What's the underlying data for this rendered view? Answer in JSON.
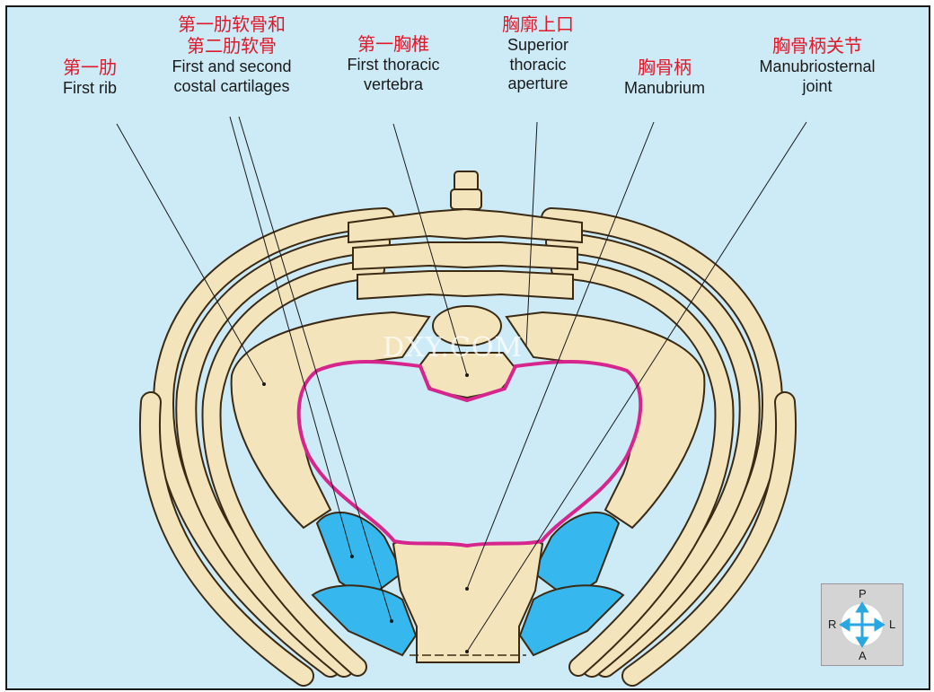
{
  "labels": [
    {
      "id": "first_rib",
      "zh": "第一肋",
      "en": "First rib"
    },
    {
      "id": "costal_cartilages",
      "zh1": "第一肋软骨和",
      "zh2": "第二肋软骨",
      "en1": "First and second",
      "en2": "costal cartilages"
    },
    {
      "id": "first_thoracic_vertebra",
      "zh": "第一胸椎",
      "en1": "First thoracic",
      "en2": "vertebra"
    },
    {
      "id": "superior_thoracic_aperture",
      "zh": "胸廓上口",
      "en1": "Superior",
      "en2": "thoracic",
      "en3": "aperture"
    },
    {
      "id": "manubrium",
      "zh": "胸骨柄",
      "en": "Manubrium"
    },
    {
      "id": "manubriosternal_joint",
      "zh": "胸骨柄关节",
      "en1": "Manubriosternal",
      "en2": "joint"
    }
  ],
  "watermark": "DXY.COM",
  "compass": {
    "p": "P",
    "a": "A",
    "r": "R",
    "l": "L"
  },
  "colors": {
    "background": "#cdeaf7",
    "bone": "#f3e4bc",
    "bone_outline": "#3a2a14",
    "cartilage": "#36b8ef",
    "aperture": "#d6268e",
    "compass_arrow": "#29a7e1"
  }
}
